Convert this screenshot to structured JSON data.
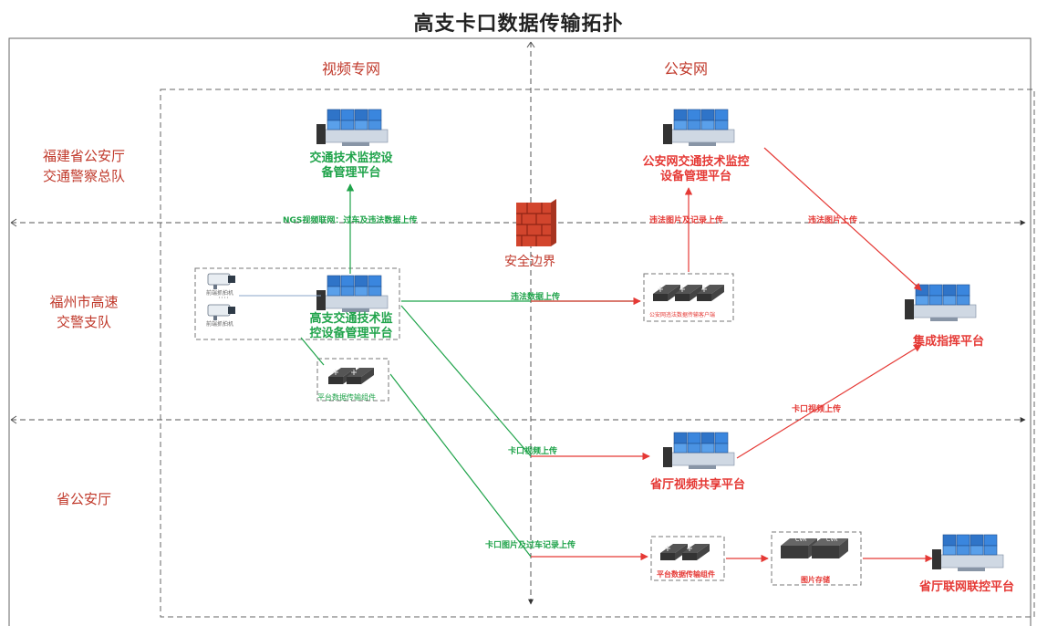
{
  "title": "高支卡口数据传输拓扑",
  "zones": {
    "left": "视频专网",
    "right": "公安网"
  },
  "rows": {
    "row1_line1": "福建省公安厅",
    "row1_line2": "交通警察总队",
    "row2_line1": "福州市高速",
    "row2_line2": "交警支队",
    "row3": "省公安厅"
  },
  "boundary": "安全边界",
  "nodes": {
    "video_platform_l1": "交通技术监控设",
    "video_platform_l2": "备管理平台",
    "police_platform_l1": "公安网交通技术监控",
    "police_platform_l2": "设备管理平台",
    "highway_platform_l1": "高支交通技术监",
    "highway_platform_l2": "控设备管理平台",
    "integrated_platform": "集成指挥平台",
    "province_video": "省厅视频共享平台",
    "province_linkage": "省厅联网联控平台",
    "transfer_component": "平台数据传输组件",
    "transfer_component2": "平台数据传输组件",
    "image_storage": "图片存储",
    "police_gateway": "公安网违法数据传输客户端",
    "camera1": "前端抓拍机",
    "camera2": "前端抓拍机",
    "cvr1": "CVR",
    "cvr2": "CVR"
  },
  "edges": {
    "ngs": "NGS视频联网：过车及违法数据上传",
    "violation_data": "违法数据上传",
    "violation_images": "违法图片及记录上传",
    "violation_images2": "违法图片上传",
    "checkpoint_video": "卡口视频上传",
    "checkpoint_video2": "卡口视频上传",
    "checkpoint_images": "卡口图片及过车记录上传"
  },
  "colors": {
    "green": "#1fa34a",
    "red": "#e53935",
    "zone_label": "#c0392b",
    "dash": "#666666"
  }
}
